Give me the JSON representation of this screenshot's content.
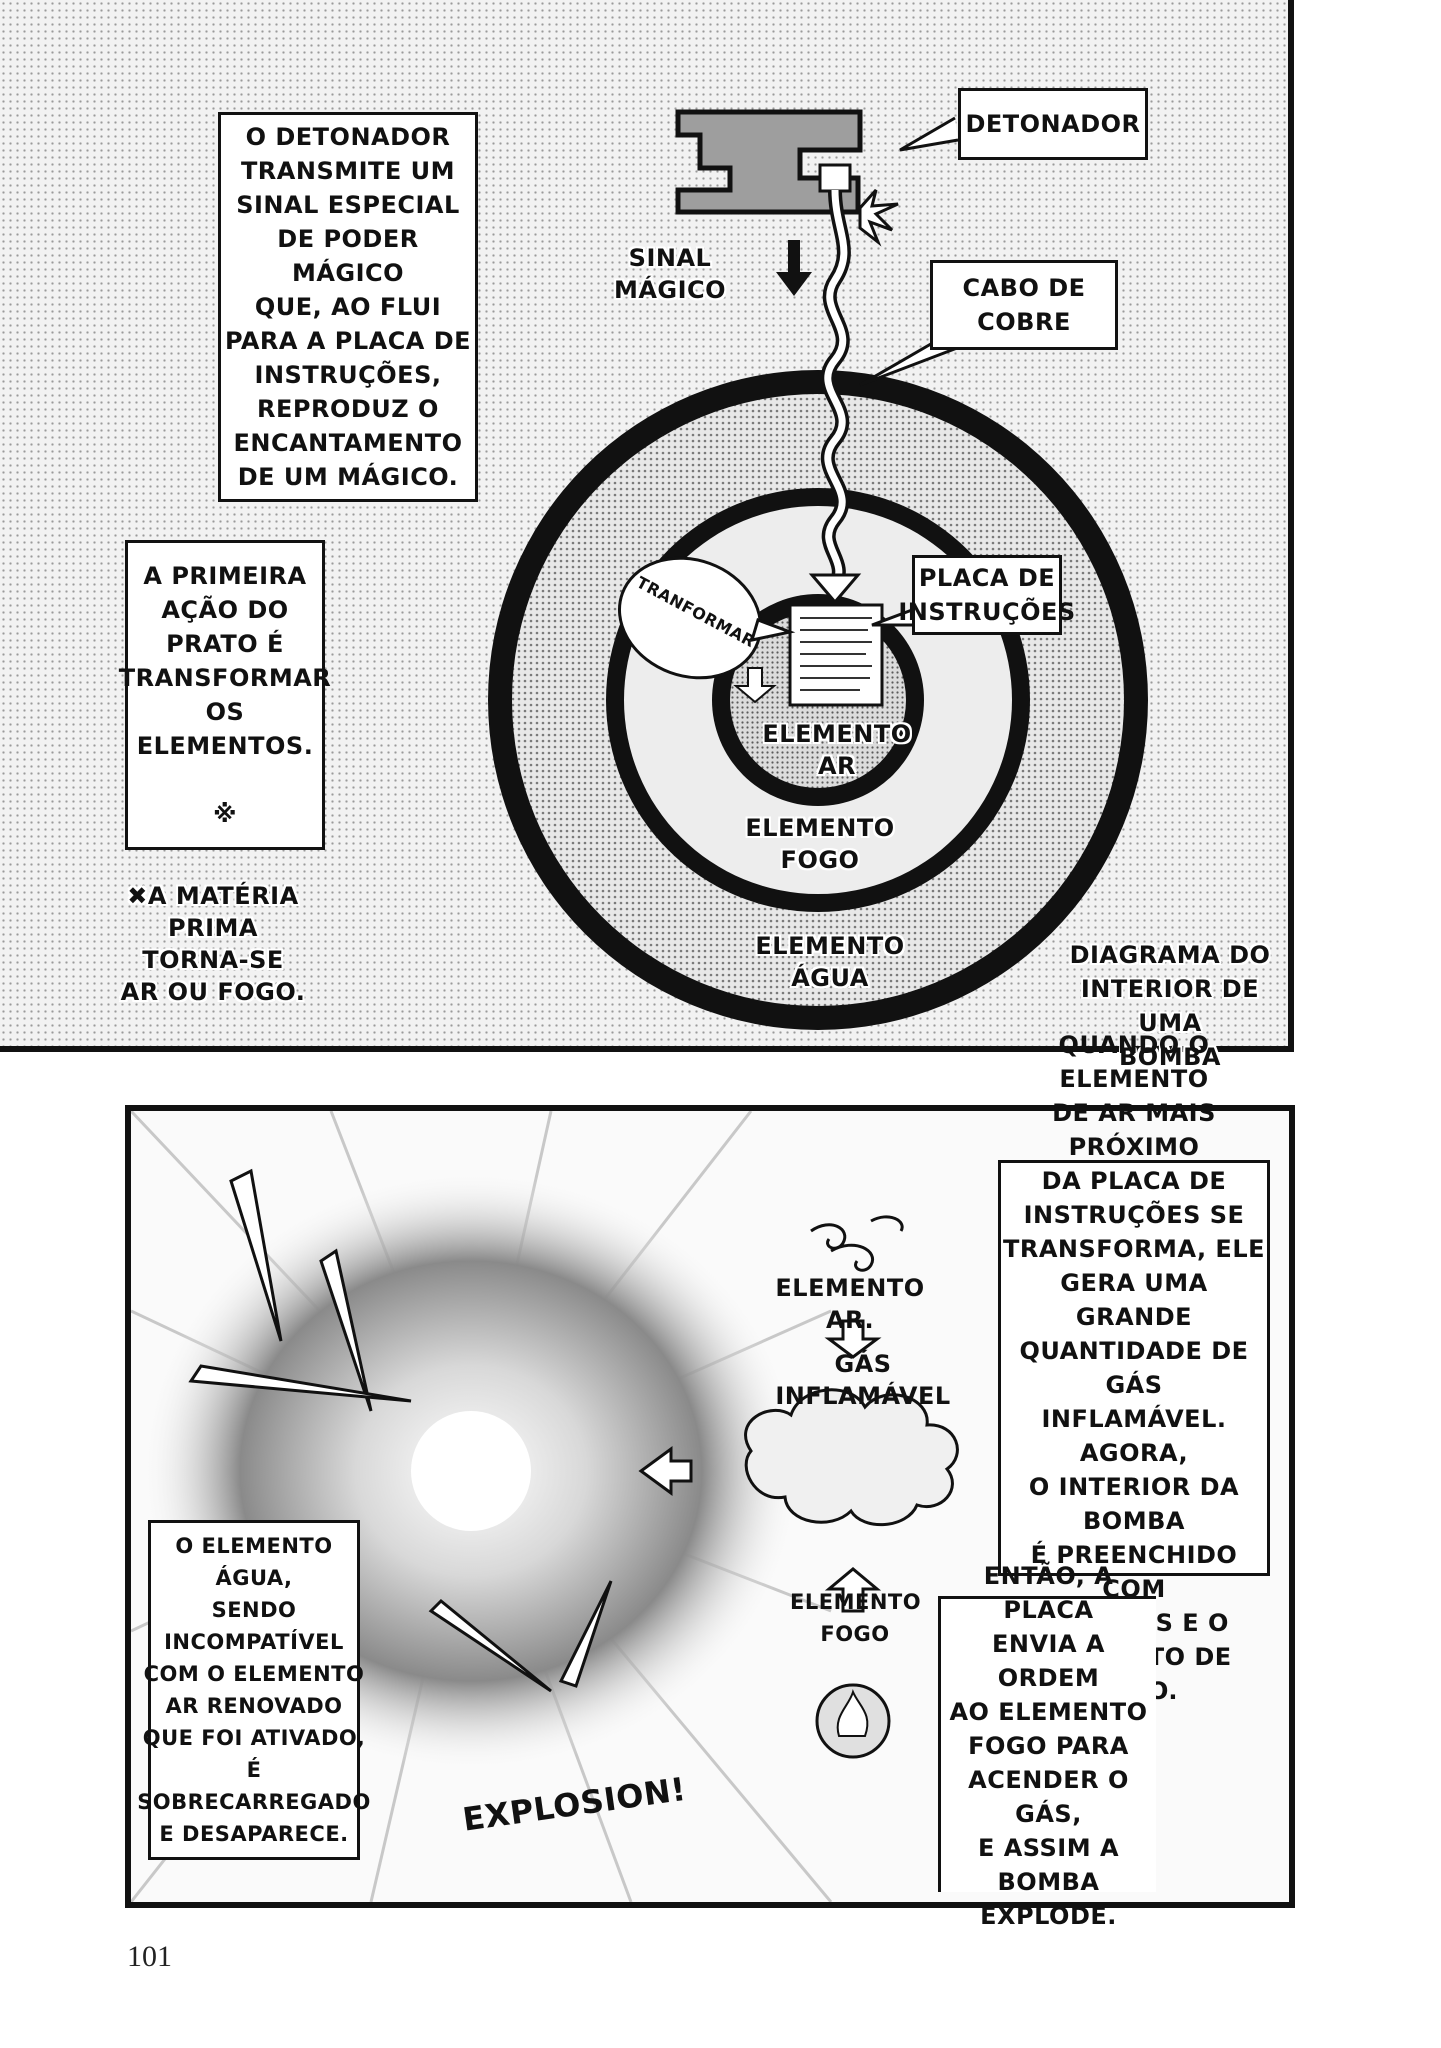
{
  "top_panel": {
    "caption_detonator_explanation": "O DETONADOR\nTRANSMITE UM\nSINAL ESPECIAL\nDE PODER MÁGICO\nQUE, AO FLUI\nPARA A PLACA DE\nINSTRUÇÕES,\nREPRODUZ O\nENCANTAMENTO\nDE UM MÁGICO.",
    "caption_first_action": "A PRIMEIRA\nAÇÃO DO\nPRATO É\nTRANSFORMAR\nOS\nELEMENTOS.\n\n※",
    "footnote": "✖A MATÉRIA\nPRIMA\nTORNA-SE\nAR OU FOGO.",
    "label_detonator": "DETONADOR",
    "label_signal": "SINAL MÁGICO",
    "label_cable": "CABO DE\nCOBRE",
    "label_plate": "PLACA DE\nINSTRUÇÕES",
    "label_transform": "TRANFORMAR",
    "label_air": "ELEMENTO AR",
    "label_fire": "ELEMENTO FOGO",
    "label_water": "ELEMENTO ÁGUA",
    "label_diagram_title": "DIAGRAMA DO\nINTERIOR DE UMA\nBOMBA"
  },
  "bottom_panel": {
    "caption_air_transform": "QUANDO O ELEMENTO\nDE AR MAIS PRÓXIMO\nDA PLACA DE\nINSTRUÇÕES SE\nTRANSFORMA, ELE\nGERA UMA GRANDE\nQUANTIDADE DE GÁS\nINFLAMÁVEL. AGORA,\nO INTERIOR DA BOMBA\nÉ PREENCHIDO COM\nESTE GÁS E O\nELEMENTO DE FOGO.",
    "caption_ignite": "ENTÃO, A PLACA\nENVIA A ORDEM\nAO ELEMENTO\nFOGO PARA\nACENDER O GÁS,\nE ASSIM A\nBOMBA\nEXPLODE.",
    "caption_water": "O ELEMENTO ÁGUA,\nSENDO\nINCOMPATÍVEL\nCOM O ELEMENTO\nAR RENOVADO\nQUE FOI ATIVADO,\nÉ\nSOBRECARREGADO\nE DESAPARECE.",
    "label_air": "ELEMENTO AR.",
    "label_gas": "GÁS INFLAMÁVEL",
    "label_fire": "ELEMENTO\nFOGO",
    "sfx_explosion": "EXPLOSION!"
  },
  "page_number": "101"
}
